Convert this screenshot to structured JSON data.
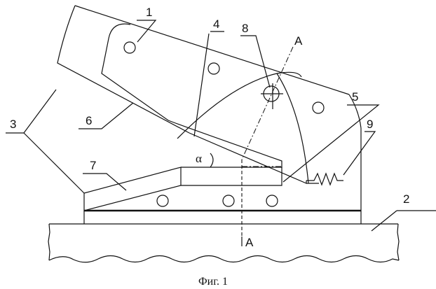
{
  "figure": {
    "caption": "Фиг. 1",
    "section_label_top": "A",
    "section_label_bottom": "A",
    "angle_label": "α",
    "callouts": [
      "1",
      "2",
      "3",
      "4",
      "5",
      "6",
      "7",
      "8",
      "9"
    ]
  }
}
